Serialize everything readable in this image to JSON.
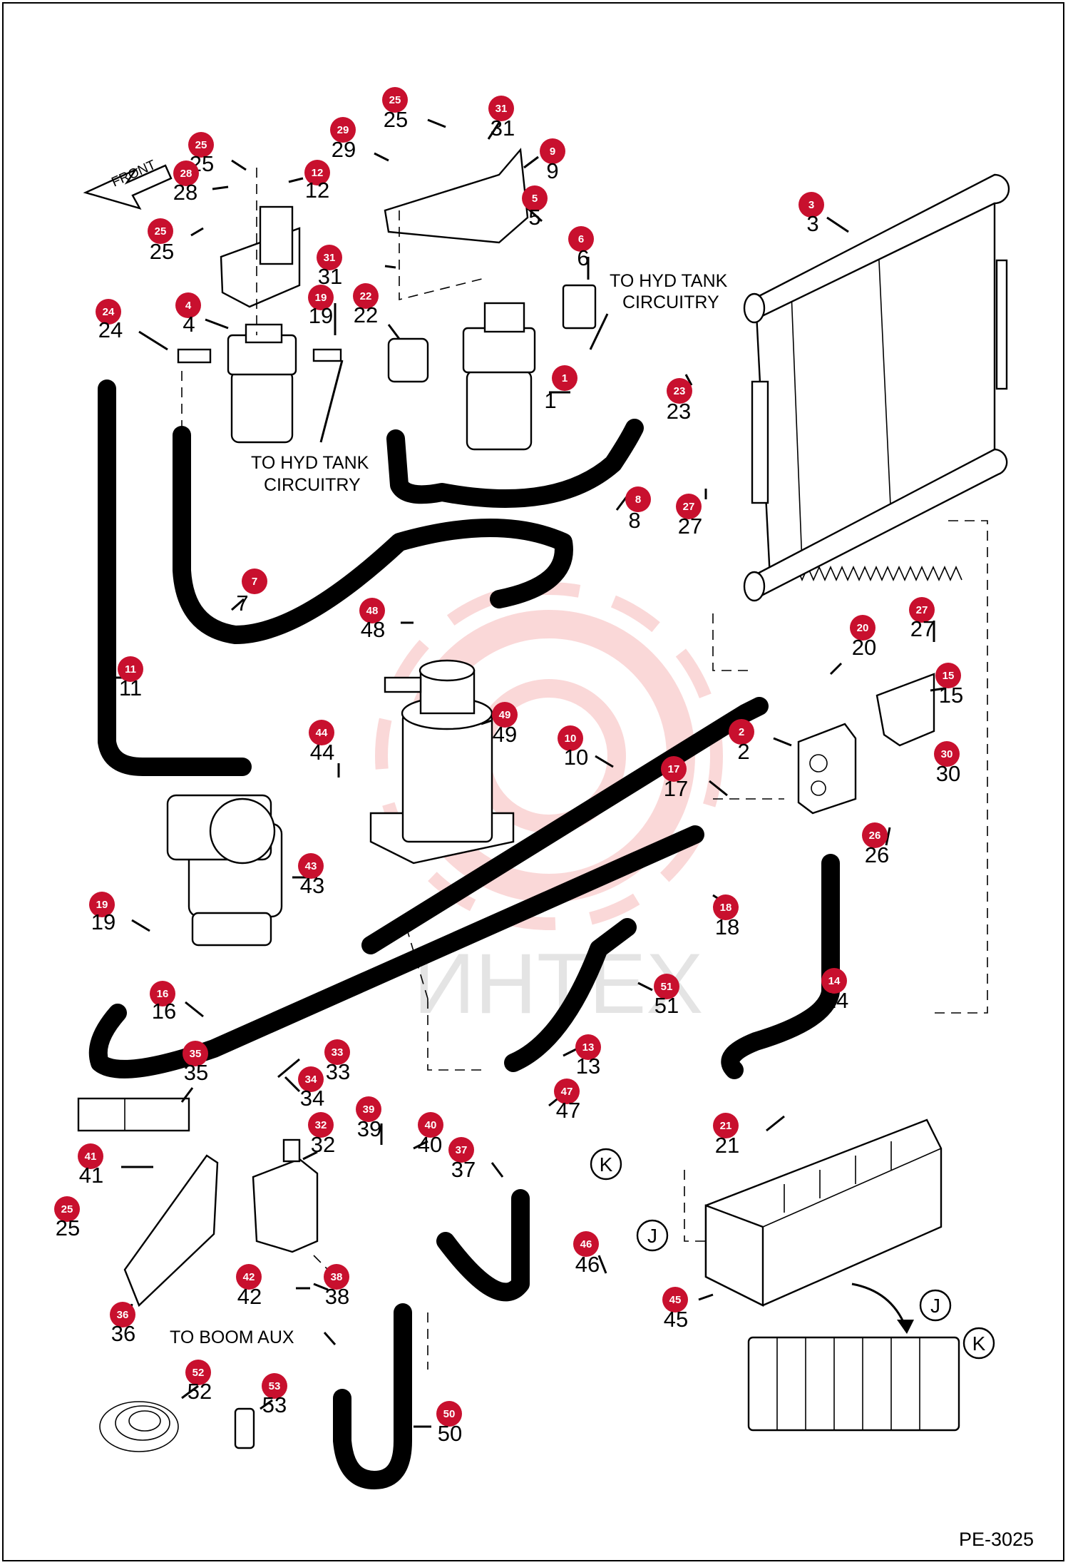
{
  "callouts": [
    {
      "id": "1",
      "badge": "1",
      "label": "1"
    },
    {
      "id": "2",
      "badge": "2",
      "label": "2"
    },
    {
      "id": "3",
      "badge": "3",
      "label": "3"
    },
    {
      "id": "4",
      "badge": "4",
      "label": "4"
    },
    {
      "id": "5",
      "badge": "5",
      "label": "5"
    },
    {
      "id": "6",
      "badge": "6",
      "label": "6"
    },
    {
      "id": "7",
      "badge": "7",
      "label": "7"
    },
    {
      "id": "8",
      "badge": "8",
      "label": "8"
    },
    {
      "id": "9",
      "badge": "9",
      "label": "9"
    },
    {
      "id": "10",
      "badge": "10",
      "label": "10"
    },
    {
      "id": "11",
      "badge": "11",
      "label": "11"
    },
    {
      "id": "12",
      "badge": "12",
      "label": "12"
    },
    {
      "id": "13",
      "badge": "13",
      "label": "13"
    },
    {
      "id": "14",
      "badge": "14",
      "label": "14"
    },
    {
      "id": "15",
      "badge": "15",
      "label": "15"
    },
    {
      "id": "16",
      "badge": "16",
      "label": "16"
    },
    {
      "id": "17",
      "badge": "17",
      "label": "17"
    },
    {
      "id": "18",
      "badge": "18",
      "label": "18"
    },
    {
      "id": "19a",
      "badge": "19",
      "label": "19"
    },
    {
      "id": "19b",
      "badge": "19",
      "label": "19"
    },
    {
      "id": "20",
      "badge": "20",
      "label": "20"
    },
    {
      "id": "21",
      "badge": "21",
      "label": "21"
    },
    {
      "id": "22",
      "badge": "22",
      "label": "22"
    },
    {
      "id": "23",
      "badge": "23",
      "label": "23"
    },
    {
      "id": "24",
      "badge": "24",
      "label": "24"
    },
    {
      "id": "25a",
      "badge": "25",
      "label": "25"
    },
    {
      "id": "25b",
      "badge": "25",
      "label": "25"
    },
    {
      "id": "25c",
      "badge": "25",
      "label": "25"
    },
    {
      "id": "25d",
      "badge": "25",
      "label": "25"
    },
    {
      "id": "26",
      "badge": "26",
      "label": "26"
    },
    {
      "id": "27a",
      "badge": "27",
      "label": "27"
    },
    {
      "id": "27b",
      "badge": "27",
      "label": "27"
    },
    {
      "id": "28",
      "badge": "28",
      "label": "28"
    },
    {
      "id": "29",
      "badge": "29",
      "label": "29"
    },
    {
      "id": "30",
      "badge": "30",
      "label": "30"
    },
    {
      "id": "31a",
      "badge": "31",
      "label": "31"
    },
    {
      "id": "31b",
      "badge": "31",
      "label": "31"
    },
    {
      "id": "32",
      "badge": "32",
      "label": "32"
    },
    {
      "id": "33",
      "badge": "33",
      "label": "33"
    },
    {
      "id": "34",
      "badge": "34",
      "label": "34"
    },
    {
      "id": "35",
      "badge": "35",
      "label": "35"
    },
    {
      "id": "36",
      "badge": "36",
      "label": "36"
    },
    {
      "id": "37",
      "badge": "37",
      "label": "37"
    },
    {
      "id": "38",
      "badge": "38",
      "label": "38"
    },
    {
      "id": "39",
      "badge": "39",
      "label": "39"
    },
    {
      "id": "40",
      "badge": "40",
      "label": "40"
    },
    {
      "id": "41",
      "badge": "41",
      "label": "41"
    },
    {
      "id": "42",
      "badge": "42",
      "label": "42"
    },
    {
      "id": "43",
      "badge": "43",
      "label": "43"
    },
    {
      "id": "44",
      "badge": "44",
      "label": "44"
    },
    {
      "id": "45",
      "badge": "45",
      "label": "45"
    },
    {
      "id": "46",
      "badge": "46",
      "label": "46"
    },
    {
      "id": "47",
      "badge": "47",
      "label": "47"
    },
    {
      "id": "48",
      "badge": "48",
      "label": "48"
    },
    {
      "id": "49",
      "badge": "49",
      "label": "49"
    },
    {
      "id": "50",
      "badge": "50",
      "label": "50"
    },
    {
      "id": "51",
      "badge": "51",
      "label": "51"
    },
    {
      "id": "52",
      "badge": "52",
      "label": "52"
    },
    {
      "id": "53",
      "badge": "53",
      "label": "53"
    }
  ],
  "annotations": {
    "hyd_tank_top_line1": "TO HYD TANK",
    "hyd_tank_top_line2": "CIRCUITRY",
    "hyd_tank_left_line1": "TO HYD TANK",
    "hyd_tank_left_line2": "CIRCUITRY",
    "boom_aux": "TO BOOM AUX",
    "front": "FRONT"
  },
  "port_tags": {
    "j": "J",
    "k": "K"
  },
  "watermark": "ИНТЕХ",
  "drawing_code": "PE-3025",
  "colors": {
    "badge": "#c8102e",
    "line": "#000000",
    "watermark": "#f08f8f"
  }
}
